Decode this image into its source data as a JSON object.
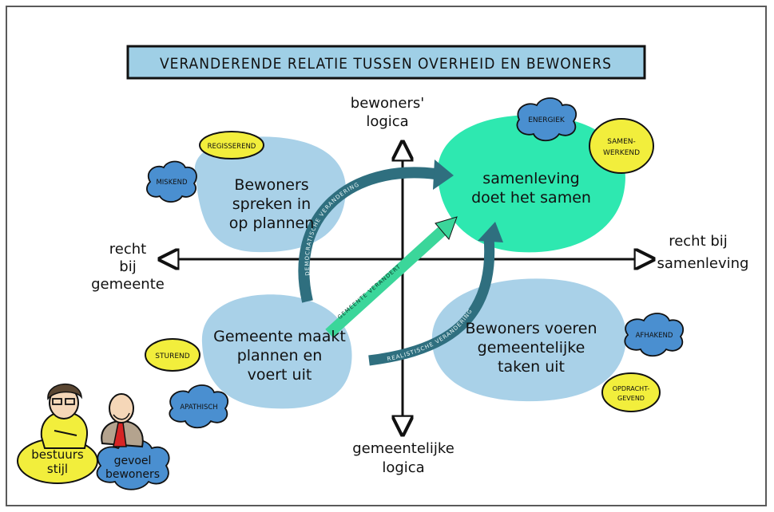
{
  "title": "VERANDERENDE RELATIE TUSSEN OVERHEID EN BEWONERS",
  "axes": {
    "top": [
      "bewoners'",
      "logica"
    ],
    "bottom": [
      "gemeentelijke",
      "logica"
    ],
    "left": [
      "recht",
      "bij",
      "gemeente"
    ],
    "right": [
      "recht bij",
      "samenleving"
    ]
  },
  "quadrants": {
    "top_left": [
      "Bewoners",
      "spreken in",
      "op plannen"
    ],
    "top_right": [
      "samenleving",
      "doet het samen"
    ],
    "bottom_left": [
      "Gemeente maakt",
      "plannen en",
      "voert uit"
    ],
    "bottom_right": [
      "Bewoners voeren",
      "gemeentelijke",
      "taken uit"
    ]
  },
  "arrows": {
    "top": "DEMOCRATISCHE VERANDERING",
    "middle": "GEMEENTE VERANDERT",
    "bottom": "REALISTISCHE VERANDERING"
  },
  "tags": {
    "regisserend": "REGISSEREND",
    "miskend": "MISKEND",
    "energiek": "ENERGIEK",
    "samenwerkend": [
      "SAMEN-",
      "WERKEND"
    ],
    "sturend": "STUREND",
    "apathisch": "APATHISCH",
    "afhakend": "AFHAKEND",
    "opdrachtgevend": [
      "OPDRACHT-",
      "GEVEND"
    ]
  },
  "legend": {
    "bestuursstijl": [
      "bestuurs",
      "stijl"
    ],
    "gevoel": [
      "gevoel",
      "bewoners"
    ]
  },
  "colors": {
    "blob": "#a9d1e8",
    "highlight": "#2ee8b0",
    "title_box": "#9fcfe6",
    "arrow": "#2f6f7f",
    "yellow": "#f2ee3c",
    "cloud": "#4a8fd0",
    "axis": "#111111"
  }
}
